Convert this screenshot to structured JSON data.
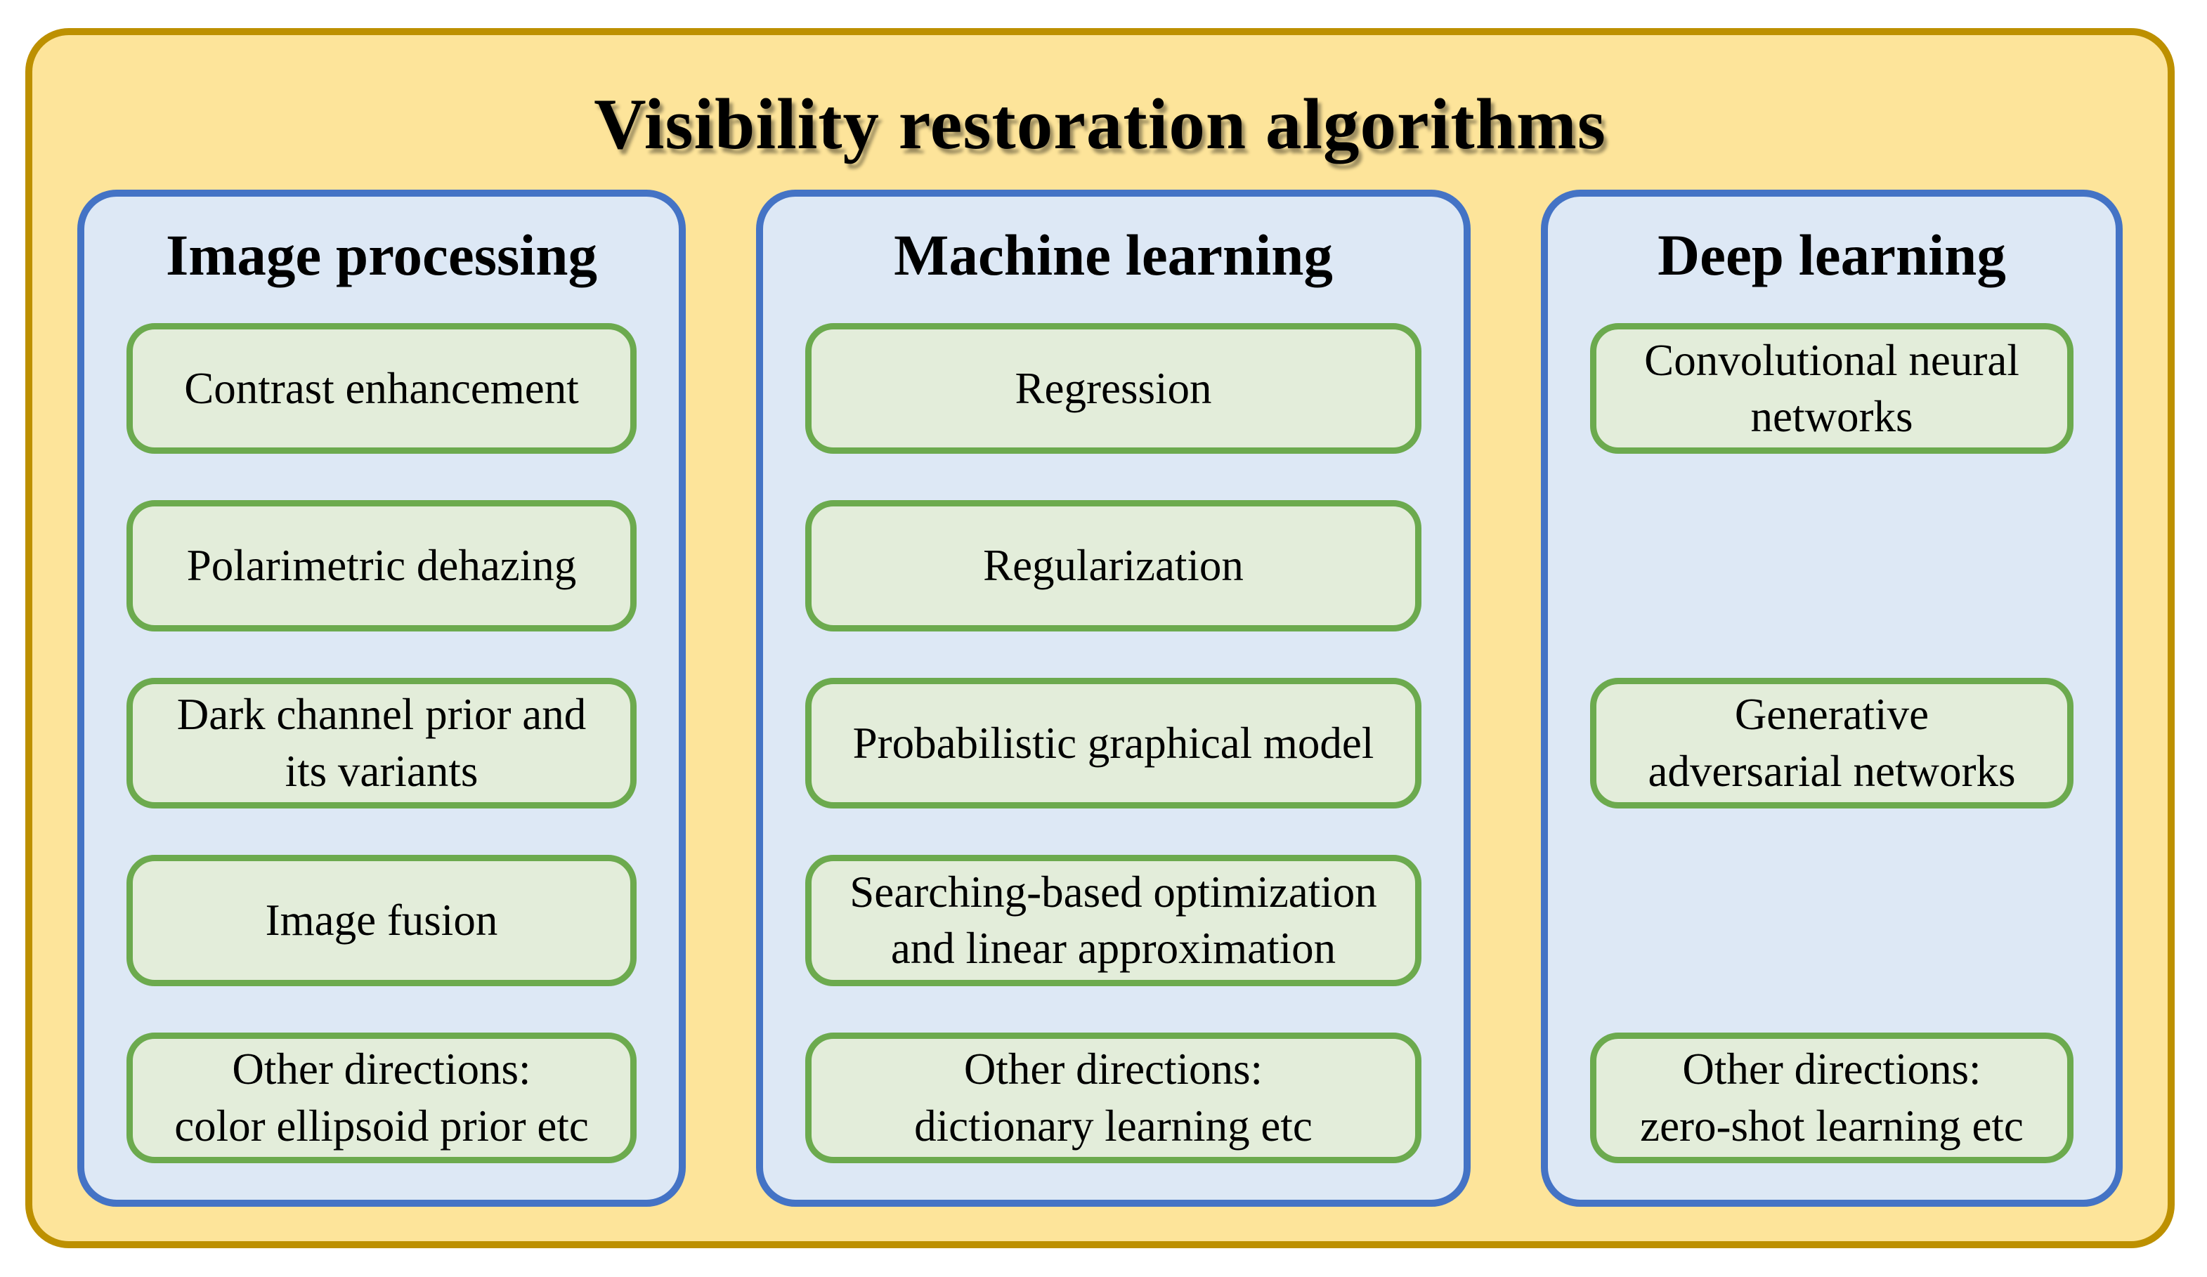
{
  "title": "Visibility restoration algorithms",
  "columns": [
    {
      "heading": "Image processing",
      "boxes": [
        {
          "label": "Contrast enhancement",
          "row": 1
        },
        {
          "label": "Polarimetric dehazing",
          "row": 2
        },
        {
          "label": "Dark channel prior and\nits variants",
          "row": 3
        },
        {
          "label": "Image fusion",
          "row": 4
        },
        {
          "label": "Other directions:\ncolor ellipsoid prior etc",
          "row": 5
        }
      ]
    },
    {
      "heading": "Machine learning",
      "boxes": [
        {
          "label": "Regression",
          "row": 1
        },
        {
          "label": "Regularization",
          "row": 2
        },
        {
          "label": "Probabilistic graphical model",
          "row": 3
        },
        {
          "label": "Searching-based optimization\nand linear approximation",
          "row": 4
        },
        {
          "label": "Other directions:\ndictionary learning etc",
          "row": 5
        }
      ]
    },
    {
      "heading": "Deep learning",
      "boxes": [
        {
          "label": "Convolutional neural\nnetworks",
          "row": 1
        },
        {
          "label": "Generative\nadversarial networks",
          "row": 3
        },
        {
          "label": "Other directions:\nzero-shot learning etc",
          "row": 5
        }
      ]
    }
  ],
  "colors": {
    "panel_fill": "#FDE49A",
    "panel_border": "#BD9000",
    "column_fill": "#DDE8F5",
    "column_border": "#4473C5",
    "box_fill": "#E3EDDA",
    "box_border": "#6CAA4E",
    "text": "#000000",
    "page_background": "#FFFFFF"
  }
}
